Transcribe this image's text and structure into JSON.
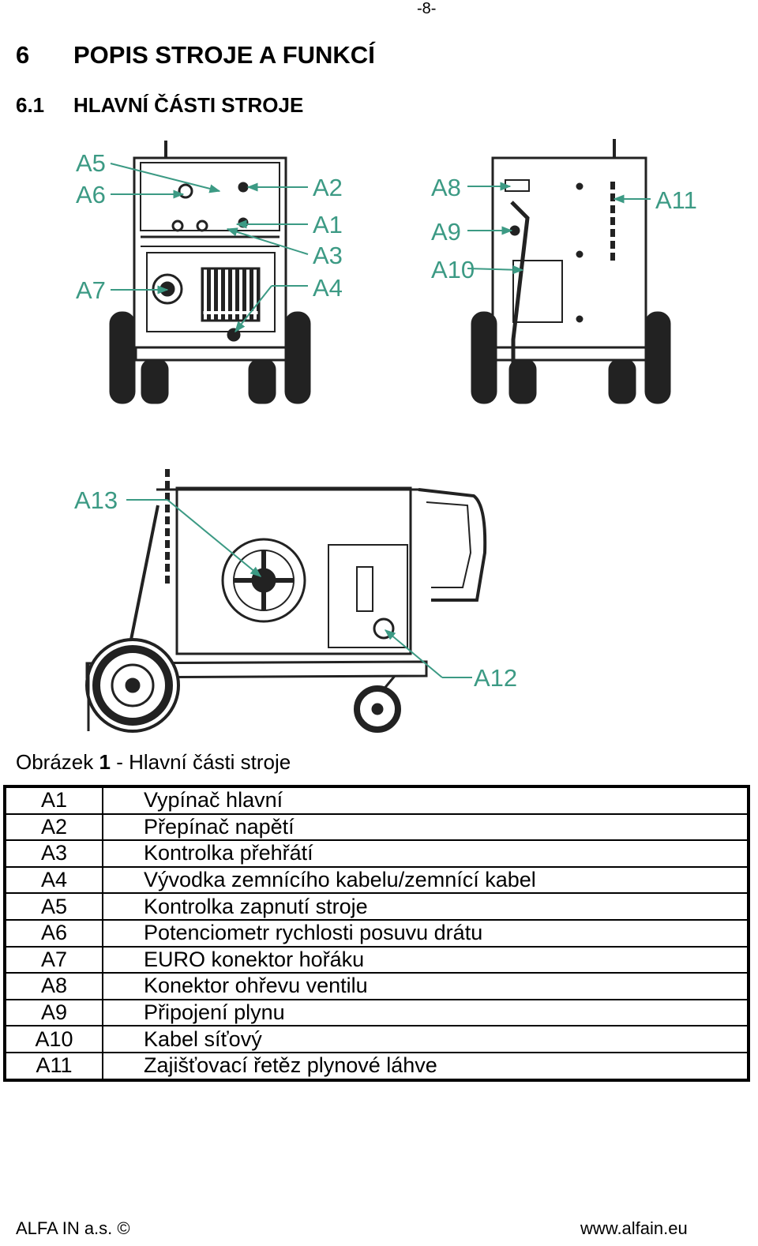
{
  "page_number": "-8-",
  "heading": {
    "number": "6",
    "title": "POPIS STROJE A FUNKCÍ"
  },
  "subheading": {
    "number": "6.1",
    "title": "HLAVNÍ ČÁSTI STROJE"
  },
  "figure": {
    "callouts": [
      "A1",
      "A2",
      "A3",
      "A4",
      "A5",
      "A6",
      "A7",
      "A8",
      "A9",
      "A10",
      "A11",
      "A12",
      "A13"
    ],
    "callout_color": "#3c9a84"
  },
  "caption": {
    "prefix": "Obrázek ",
    "number": "1",
    "suffix": " - Hlavní části stroje"
  },
  "parts": [
    {
      "code": "A1",
      "desc": "Vypínač hlavní"
    },
    {
      "code": "A2",
      "desc": "Přepínač napětí"
    },
    {
      "code": "A3",
      "desc": "Kontrolka přehřátí"
    },
    {
      "code": "A4",
      "desc": "Vývodka zemnícího kabelu/zemnící kabel"
    },
    {
      "code": "A5",
      "desc": "Kontrolka zapnutí stroje"
    },
    {
      "code": "A6",
      "desc": "Potenciometr rychlosti posuvu drátu"
    },
    {
      "code": "A7",
      "desc": "EURO konektor hořáku"
    },
    {
      "code": "A8",
      "desc": "Konektor ohřevu ventilu"
    },
    {
      "code": "A9",
      "desc": "Připojení plynu"
    },
    {
      "code": "A10",
      "desc": "Kabel síťový"
    },
    {
      "code": "A11",
      "desc": "Zajišťovací řetěz plynové láhve"
    }
  ],
  "footer": {
    "left": "ALFA IN a.s. ©",
    "right": "www.alfain.eu"
  }
}
